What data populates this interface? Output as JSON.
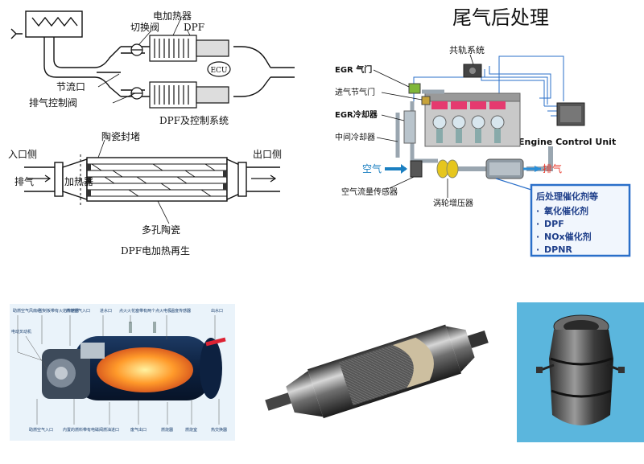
{
  "dpf_system": {
    "title": "DPF及控制系统",
    "labels": {
      "switch_valve": "切换阀",
      "heater": "电加热器",
      "dpf": "DPF",
      "ecu": "ECU",
      "throttle": "节流口",
      "exhaust_valve": "排气控制阀"
    }
  },
  "dpf_regen": {
    "title": "DPF电加热再生",
    "labels": {
      "ceramic_plug": "陶瓷封堵",
      "inlet_side": "入口侧",
      "outlet_side": "出口侧",
      "exhaust": "排气",
      "heater": "加热器",
      "porous_ceramic": "多孔陶瓷"
    }
  },
  "aftertreatment": {
    "title": "尾气后处理",
    "labels": {
      "common_rail": "共轨系统",
      "egr_valve": "EGR 气门",
      "intake_throttle": "进气节气门",
      "egr_cooler": "EGR冷却器",
      "intercooler": "中间冷却器",
      "ecu": "Engine Control Unit",
      "air": "空气",
      "exhaust": "排气",
      "maf_sensor": "空气流量传感器",
      "turbo": "涡轮增压器"
    },
    "catalyst_box": {
      "title": "后处理催化剂等",
      "items": [
        "氧化催化剂",
        "DPF",
        "NOx催化剂",
        "DPNR"
      ]
    },
    "colors": {
      "air": "#1a7fc1",
      "exhaust": "#2a8fd8",
      "exhaust_label": "#e8382a",
      "box_border": "#2a6fc9"
    }
  },
  "heater_cutaway": {
    "callouts_top": [
      "助燃空气风扇组",
      "控制板带有火焰传感器",
      "燃烧空气入口",
      "进水口",
      "点火火花塞带有两个点火电极",
      "温度传感器",
      "出水口"
    ],
    "callouts_left": [
      "电动叉动机"
    ],
    "callouts_bottom": [
      "助燃空气入口",
      "内置的燃料带有电磁阀",
      "燃油进口",
      "废气出口",
      "燃烧器",
      "燃烧室",
      "热交换器"
    ]
  },
  "photo_dpf_canister": {},
  "photo_dpf_unit": {
    "bg_color": "#5bb6dd"
  }
}
